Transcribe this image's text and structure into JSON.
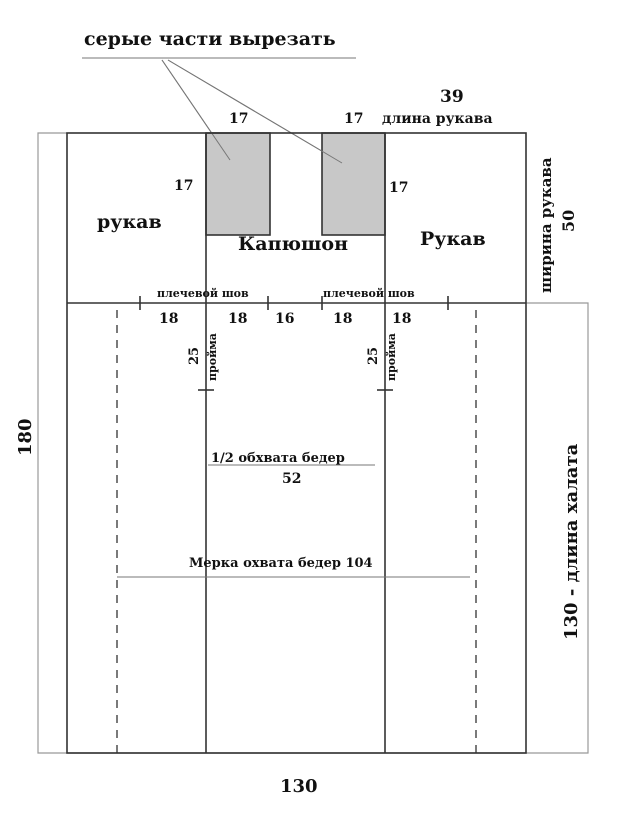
{
  "callout": "серые части вырезать",
  "labels": {
    "sleeve_left": "рукав",
    "hood": "Капюшон",
    "sleeve_right": "Рукав",
    "sleeve_length_value": "39",
    "sleeve_length": "длина рукава",
    "sleeve_width": "ширина рукава",
    "sleeve_width_value": "50",
    "shoulder_seam_left": "плечевой шов",
    "shoulder_seam_right": "плечевой шов",
    "armhole_left": "пройма",
    "armhole_right": "пройма",
    "half_hip": "1/2 обхвата бедер",
    "half_hip_value": "52",
    "hip_measure": "Мерка охвата бедер 104",
    "total_height": "180",
    "robe_length": "130 - длина халата",
    "total_width": "130"
  },
  "dims": {
    "cut_top_left": "17",
    "cut_top_right": "17",
    "cut_side_left": "17",
    "cut_side_right": "17",
    "seg1": "18",
    "seg2": "18",
    "seg3": "16",
    "seg4": "18",
    "seg5": "18",
    "armhole_left_depth": "25",
    "armhole_right_depth": "25"
  }
}
